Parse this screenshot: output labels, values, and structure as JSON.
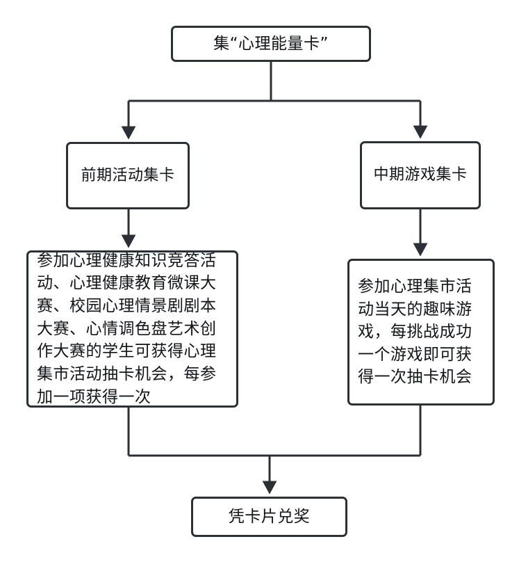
{
  "diagram": {
    "title": "集“心理能量卡”流程图",
    "stroke_color": "#2b2f36",
    "text_color": "#111418",
    "background_color": "#ffffff",
    "nodes": {
      "root": {
        "label": "集“心理能量卡”"
      },
      "early_stage": {
        "label": "前期活动集卡"
      },
      "mid_stage": {
        "label": "中期游戏集卡"
      },
      "early_detail": {
        "label": "参加心理健康知识竞答活动、心理健康教育微课大赛、校园心理情景剧剧本大赛、心情调色盘艺术创作大赛的学生可获得心理集市活动抽卡机会，每参加一项获得一次"
      },
      "mid_detail": {
        "label": "参加心理集市活动当天的趣味游戏，每挑战成功一个游戏即可获得一次抽卡机会"
      },
      "redeem": {
        "label": "凭卡片兑奖"
      }
    },
    "edges": [
      {
        "from": "root",
        "to": "early_stage",
        "label": ""
      },
      {
        "from": "root",
        "to": "mid_stage",
        "label": ""
      },
      {
        "from": "early_stage",
        "to": "early_detail",
        "label": ""
      },
      {
        "from": "mid_stage",
        "to": "mid_detail",
        "label": ""
      },
      {
        "from": "early_detail",
        "to": "redeem",
        "label": ""
      },
      {
        "from": "mid_detail",
        "to": "redeem",
        "label": ""
      }
    ]
  }
}
